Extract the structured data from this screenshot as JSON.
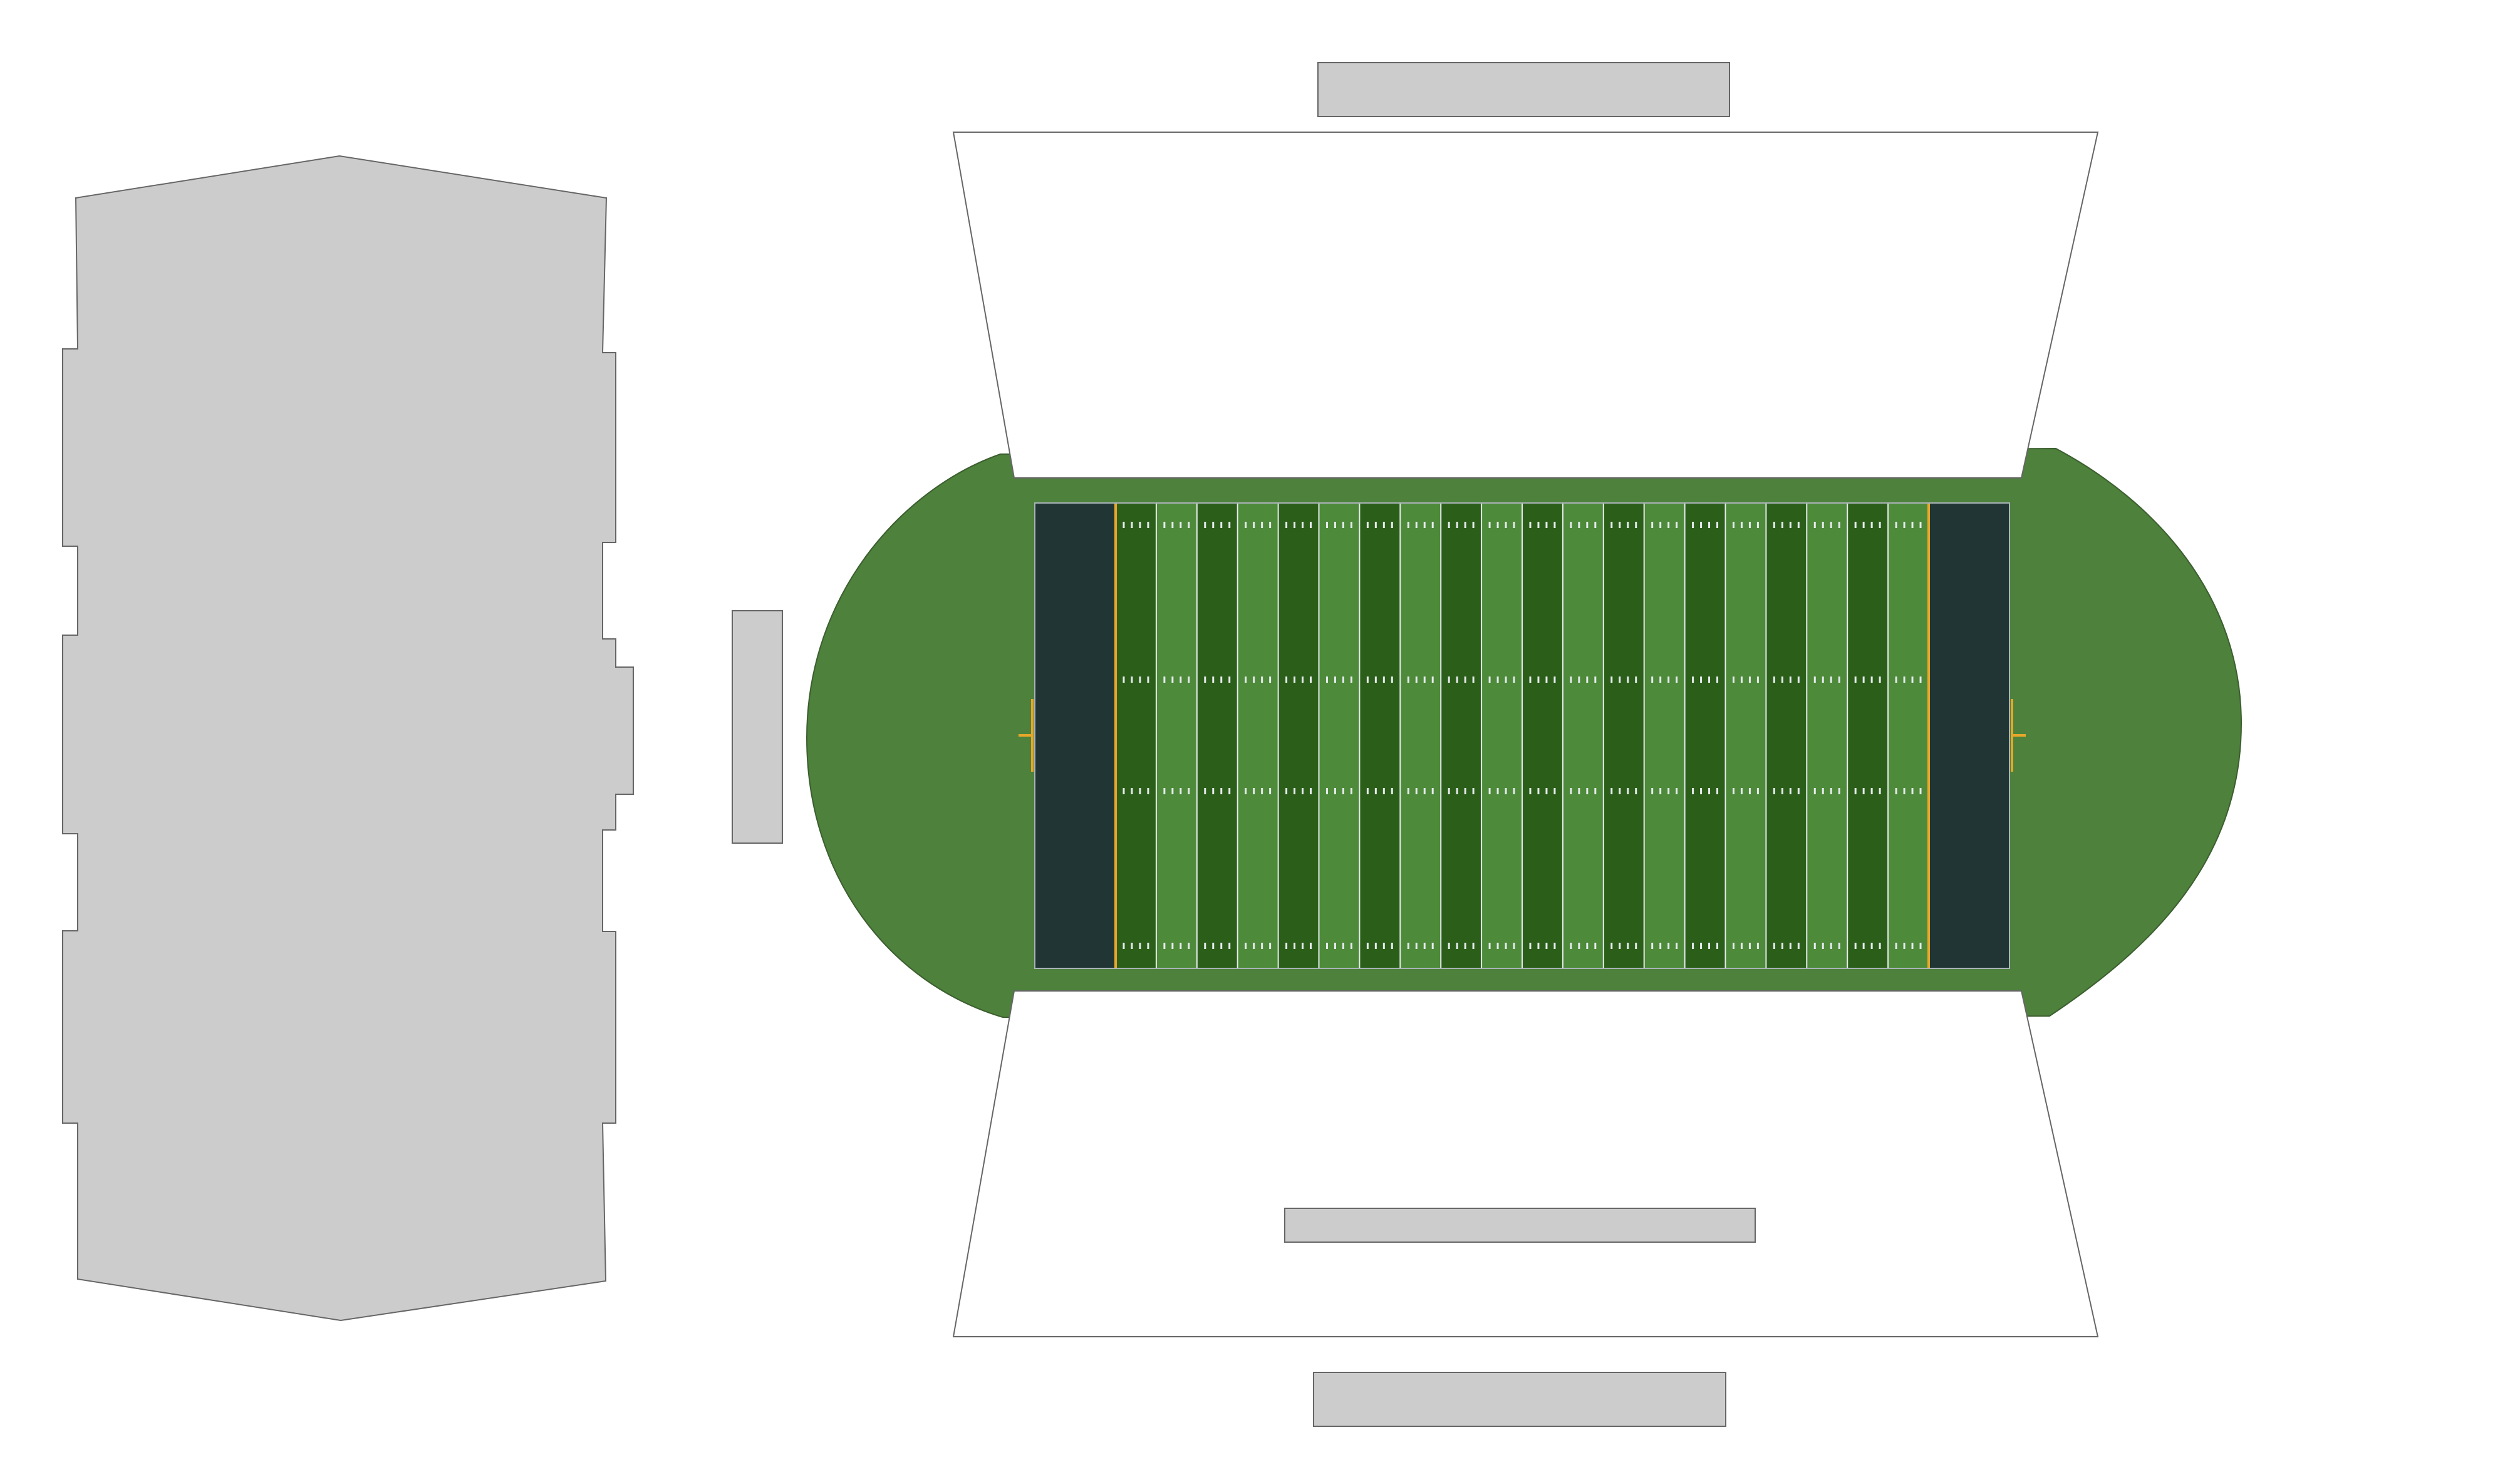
{
  "colors": {
    "background": "#ffffff",
    "building_fill": "#cccccc",
    "outline": "#666666",
    "grass_surround": "#4d813c",
    "field_stripe_dark": "#2b5f19",
    "field_stripe_light": "#4d8a39",
    "endzone": "#213634",
    "field_lines": "#e6eaee",
    "goal_line": "#e8a72b",
    "goalpost": "#e8a72b",
    "stands_fill": "#ffffff"
  },
  "field": {
    "yard_segments": 20,
    "endzones": 2,
    "hash_rows": 4,
    "goalposts": 2
  },
  "structures": [
    "large-building",
    "small-building",
    "north-building",
    "north-stands",
    "south-stands",
    "south-inner-building",
    "south-building"
  ]
}
